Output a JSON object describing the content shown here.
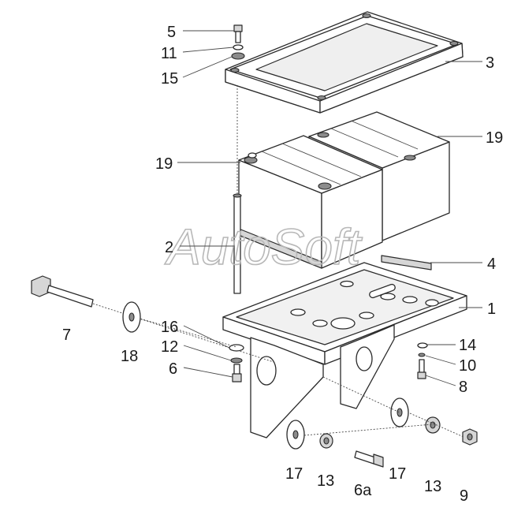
{
  "watermark": "AutoSoft",
  "callouts": {
    "c1": "1",
    "c2": "2",
    "c3": "3",
    "c4": "4",
    "c5": "5",
    "c6": "6",
    "c6a": "6a",
    "c7": "7",
    "c8": "8",
    "c9": "9",
    "c10": "10",
    "c11": "11",
    "c12": "12",
    "c13a": "13",
    "c13b": "13",
    "c14": "14",
    "c15": "15",
    "c16": "16",
    "c17a": "17",
    "c17b": "17",
    "c18": "18",
    "c19a": "19",
    "c19b": "19"
  }
}
